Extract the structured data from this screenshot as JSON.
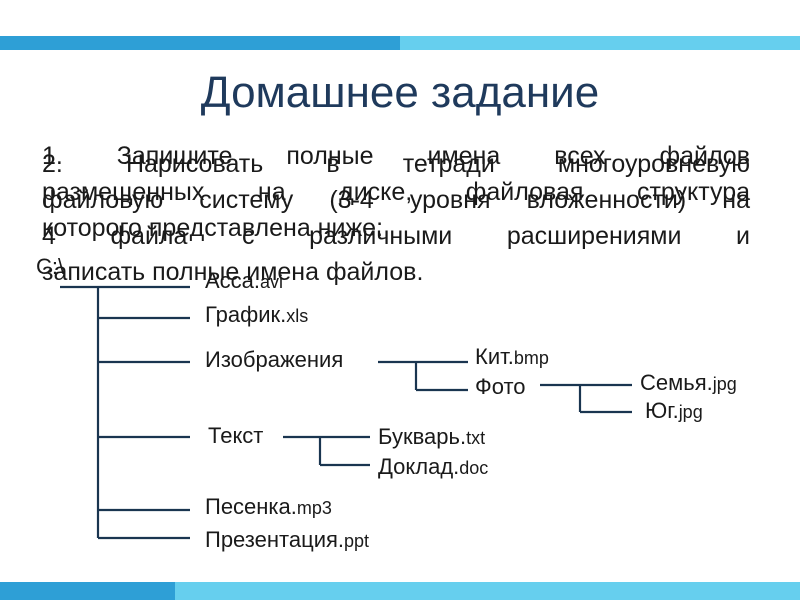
{
  "title": "Домашнее задание",
  "task_overlay_a": {
    "lines": [
      "1. Запишите полные имена всех файлов",
      "размещенных на диске, файловая структура",
      "которого представлена ниже:"
    ]
  },
  "task_overlay_b": {
    "lines": [
      "2. Нарисовать в тетради многоуровневую",
      "файловую систему (3-4 уровня вложенности) на",
      "4 файла с различными расширениями и",
      "записать полные имена файлов."
    ]
  },
  "tree": {
    "root": "C:\\",
    "items": {
      "acca": {
        "name": "Асса.",
        "ext": "avi"
      },
      "grafik": {
        "name": "График.",
        "ext": "xls"
      },
      "izobrazheniya": {
        "name": "Изображения"
      },
      "kit": {
        "name": "Кит.",
        "ext": "bmp"
      },
      "foto": {
        "name": "Фото"
      },
      "semya": {
        "name": "Семья.",
        "ext": "jpg"
      },
      "yug": {
        "name": "Юг.",
        "ext": "jpg"
      },
      "tekst": {
        "name": "Текст"
      },
      "bukvar": {
        "name": "Букварь.",
        "ext": "txt"
      },
      "doklad": {
        "name": "Доклад.",
        "ext": "doc"
      },
      "pesenka": {
        "name": "Песенка.",
        "ext": "mp3"
      },
      "prezentatsiya": {
        "name": "Презентация.",
        "ext": "ppt"
      }
    }
  },
  "colors": {
    "bar_dark": "#2e9fd6",
    "bar_light": "#66cfee",
    "title": "#1f3a5c",
    "tree_lines": "#1a3550"
  }
}
